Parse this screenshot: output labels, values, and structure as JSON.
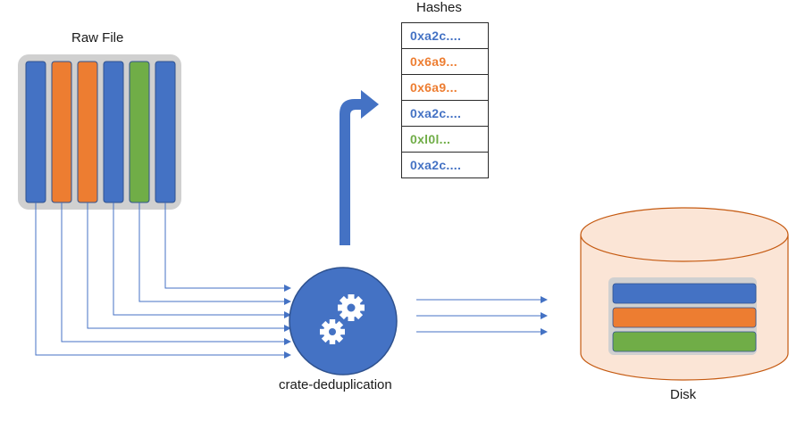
{
  "labels": {
    "raw_file": "Raw File",
    "hashes": "Hashes",
    "process": "crate-deduplication",
    "disk": "Disk"
  },
  "colors": {
    "blue": "#4472c4",
    "orange": "#ed7d31",
    "green": "#70ad47",
    "panel_gray": "#d0d0d0",
    "disk_fill": "#fbe5d6",
    "disk_stroke": "#c55a11"
  },
  "raw_file": {
    "chunks": [
      "blue",
      "orange",
      "orange",
      "blue",
      "green",
      "blue"
    ]
  },
  "hashes": [
    {
      "text": "0xa2c....",
      "color": "blue"
    },
    {
      "text": "0x6a9...",
      "color": "orange"
    },
    {
      "text": "0x6a9...",
      "color": "orange"
    },
    {
      "text": "0xa2c....",
      "color": "blue"
    },
    {
      "text": "0xl0l...",
      "color": "green"
    },
    {
      "text": "0xa2c....",
      "color": "blue"
    }
  ],
  "disk": {
    "stored_chunks": [
      "blue",
      "orange",
      "green"
    ]
  },
  "icons": {
    "process": "gears-icon"
  }
}
